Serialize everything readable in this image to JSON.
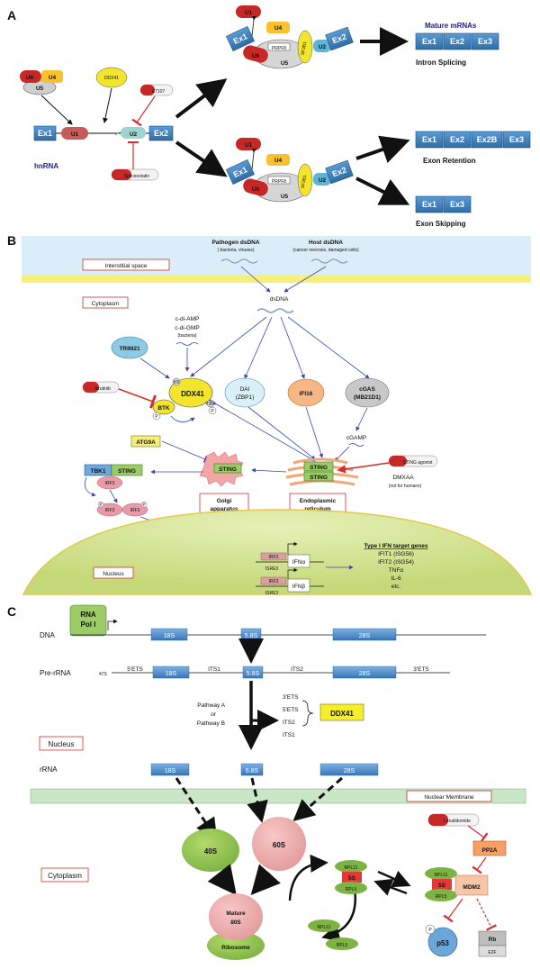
{
  "panel_a": {
    "letter": "A",
    "hnrna": "hnRNA",
    "ddx41": "DDX41",
    "e7107": "E7107",
    "spliceostatin": "Spliceostatin",
    "mature_mrnas": "Mature mRNAs",
    "intron_splicing": "Intron Splicing",
    "exon_retention": "Exon Retention",
    "exon_skipping": "Exon Skipping",
    "u1": "U1",
    "u2": "U2",
    "u4": "U4",
    "u5": "U5",
    "u6": "U6",
    "prpf8": "PRPF8",
    "sf3b1": "SF3B1",
    "ex1": "Ex1",
    "ex2": "Ex2",
    "ex2b": "Ex2B",
    "ex3": "Ex3"
  },
  "panel_b": {
    "letter": "B",
    "interstitial": "Interstitial space",
    "cytoplasm": "Cytoplasm",
    "nucleus": "Nucleus",
    "pathogen_dsdna": "Pathogen dsDNA",
    "pathogen_sub": "( bacteria, viruses)",
    "host_dsdna": "Host dsDNA",
    "host_sub": "(cancer necrosis, damaged cells)",
    "dsdna": "dsDNA",
    "cdiamp": "c-di-AMP",
    "cdigmp": "c-di-GMP",
    "bacteria": "(bacteria)",
    "trim21": "TRIM21",
    "ibrutinib": "Ibrutinib",
    "ddx41": "DDX41",
    "btk": "BTK",
    "dai1": "DAI",
    "dai2": "(ZBP1)",
    "ifi16": "IFI16",
    "cgas1": "cGAS",
    "cgas2": "(MB21D1)",
    "cgamp": "cGAMP",
    "atg9a": "ATG9A",
    "tbk1": "TBK1",
    "sting": "STING",
    "irf3": "IRF3",
    "golgi1": "Golgi",
    "golgi2": "apparatus",
    "er1": "Endoplasmic",
    "er2": "reticulum",
    "sting_agonist": "STING agonist",
    "dmxaa": "DMXAA",
    "not_humans": "(not for humans)",
    "isre3": "ISRE3",
    "ifna": "IFNα",
    "ifnb": "IFNβ",
    "target_title": "Type I IFN target genes",
    "targets": [
      "IFIT1 (ISG56)",
      "IFIT2 (ISG54)",
      "TNFα",
      "IL-6",
      "etc."
    ],
    "p": "P",
    "mod_k": "K9",
    "mod_y": "Y364"
  },
  "panel_c": {
    "letter": "C",
    "dna": "DNA",
    "rna_pol1": "RNA",
    "rna_pol2": "Pol I",
    "pre_rrna": "Pre-rRNA",
    "num47s": "47S",
    "ets5": "5'ETS",
    "ets3": "3'ETS",
    "its1": "ITS1",
    "its2": "ITS2",
    "r18s": "18S",
    "r58s": "5.8S",
    "r28s": "28S",
    "pathway_a": "Pathway A",
    "or": "or",
    "pathway_b": "Pathway B",
    "list": [
      "3'ETS",
      "5'ETS",
      "ITS2",
      "ITS1"
    ],
    "ddx41": "DDX41",
    "nucleus": "Nucleus",
    "rrna": "rRNA",
    "nuclear_membrane": "Nuclear Membrane",
    "cytoplasm": "Cytoplasm",
    "s40": "40S",
    "s60": "60S",
    "mature": "Mature",
    "s80": "80S",
    "ribosome": "Ribosome",
    "rpl11": "RPL11",
    "rpl5": "RPL5",
    "s5": "5S",
    "lenalidomide": "Lenalidomide",
    "pp2a": "PP2A",
    "mdm2": "MDM2",
    "p53": "p53",
    "rb": "Rb",
    "e2f": "E2F",
    "p": "P"
  }
}
